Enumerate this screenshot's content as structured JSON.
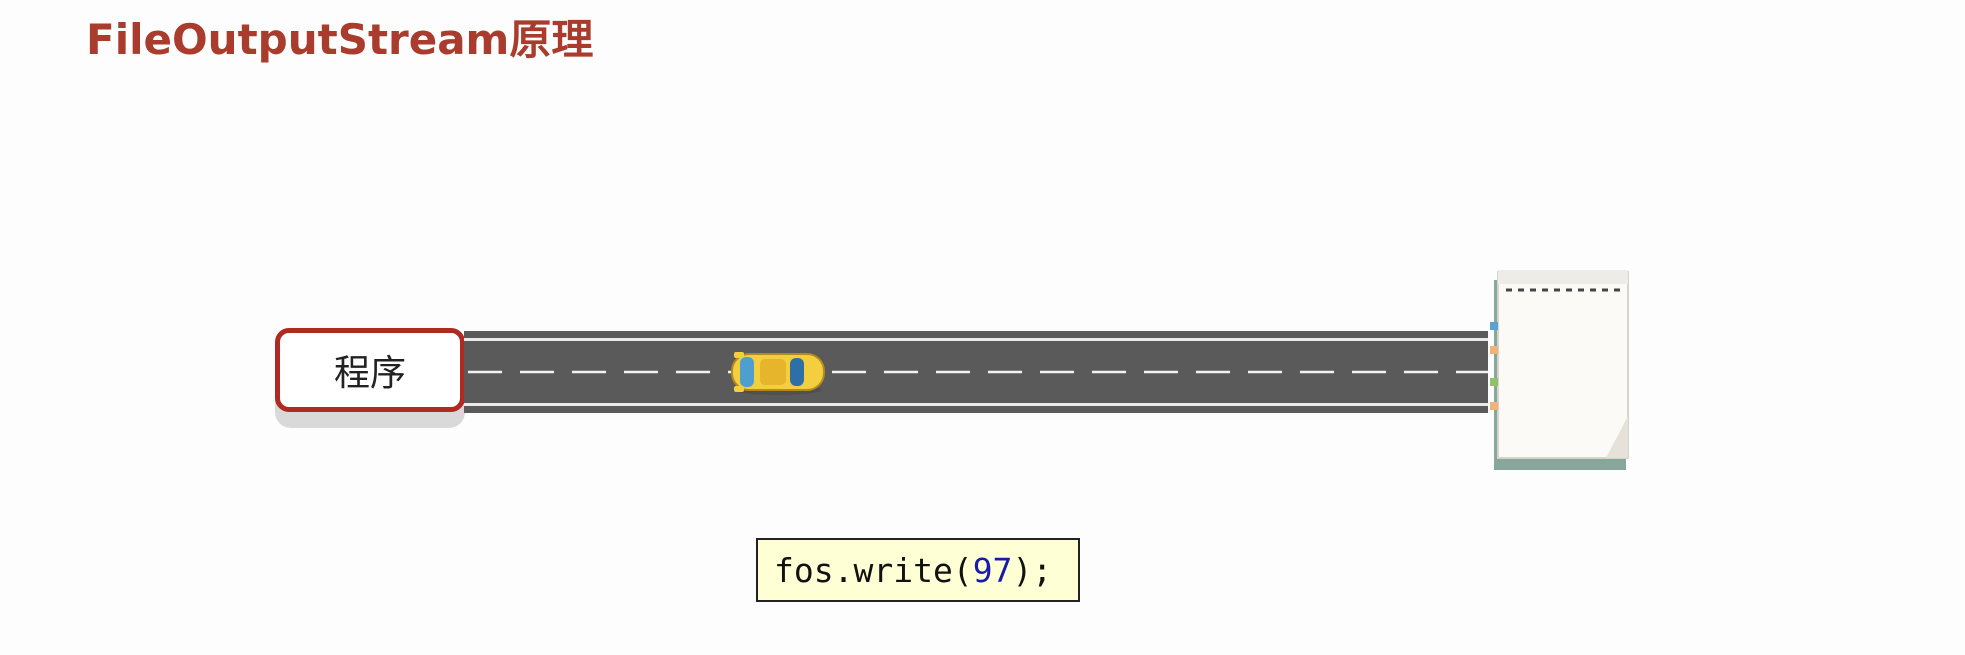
{
  "title": "FileOutputStream原理",
  "program_label": "程序",
  "code": {
    "prefix": "fos.write(",
    "argument": "97",
    "suffix": ");"
  },
  "colors": {
    "title": "#a93c2c",
    "program_border": "#b02a22",
    "road": "#555555",
    "code_background": "#ffffd5",
    "code_number": "#1a1aa8"
  },
  "icons": {
    "vehicle": "car-icon",
    "destination": "notebook-icon"
  }
}
